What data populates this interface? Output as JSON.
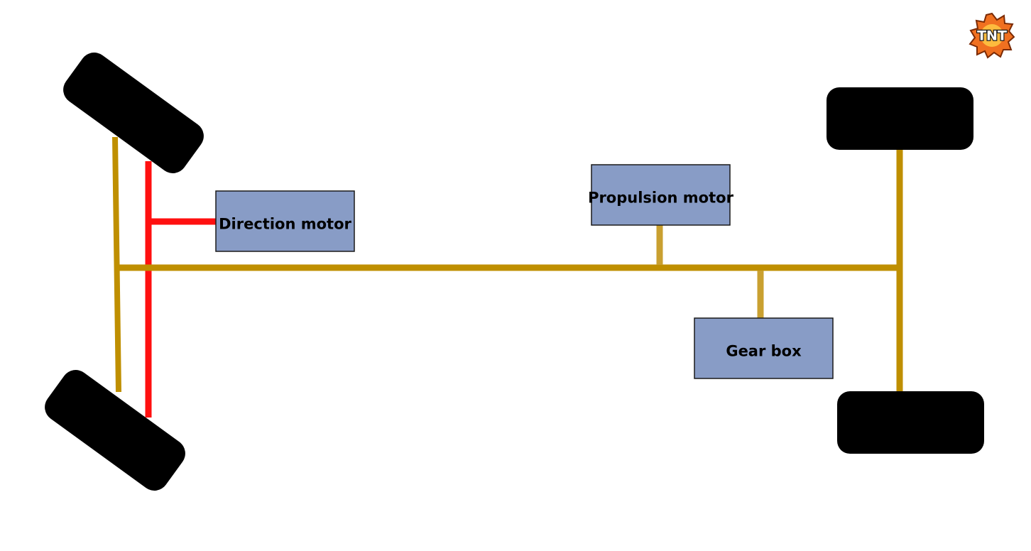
{
  "diagram": {
    "labels": {
      "direction_motor": "Direction motor",
      "propulsion_motor": "Propulsion motor",
      "gear_box": "Gear box"
    },
    "logo": {
      "text": "TNT"
    },
    "colors": {
      "background": "#ffffff",
      "wheel": "#000000",
      "chassis_bar": "#bf8f00",
      "connector": "#c9a030",
      "steering_linkage": "#ff1010",
      "component_box_fill": "#889cc6",
      "component_box_border": "#1a1a1a",
      "logo_fire": "#f07020"
    }
  }
}
